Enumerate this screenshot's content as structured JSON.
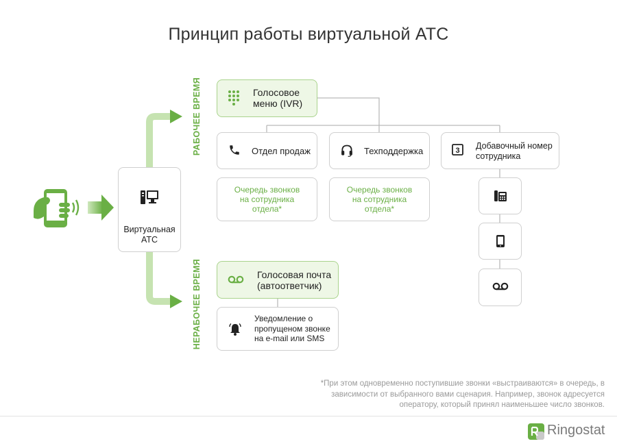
{
  "title": "Принцип работы виртуальной АТС",
  "pbx": {
    "label_line1": "Виртуальная",
    "label_line2": "АТС"
  },
  "side_labels": {
    "work_time": "РАБОЧЕЕ ВРЕМЯ",
    "off_time": "НЕРАБОЧЕЕ ВРЕМЯ"
  },
  "ivr": {
    "line1": "Голосовое",
    "line2": "меню (IVR)"
  },
  "sales": {
    "label": "Отдел продаж"
  },
  "support": {
    "label": "Техподдержка"
  },
  "extension": {
    "line1": "Добавочный номер",
    "line2": "сотрудника"
  },
  "queue_sales": {
    "line1": "Очередь звонков",
    "line2": "на сотрудника",
    "line3": "отдела*"
  },
  "queue_support": {
    "line1": "Очередь звонков",
    "line2": "на сотрудника",
    "line3": "отдела*"
  },
  "voicemail": {
    "line1": "Голосовая почта",
    "line2": "(автоответчик)"
  },
  "notification": {
    "line1": "Уведомление о",
    "line2": "пропущеном звонке",
    "line3": "на e-mail или SMS"
  },
  "extension_icon": {
    "digit": "3"
  },
  "footnote": {
    "line1": "*При этом одновременно поступившие звонки «выстраиваются» в очередь, в",
    "line2": "зависимости от выбранного вами сценария. Например, звонок адресуется",
    "line3": "оператору, который принял наименьшее число звонков."
  },
  "brand": {
    "name": "Ringostat"
  },
  "colors": {
    "accent": "#6aaf45",
    "accent_light": "#eef7e6",
    "border": "#cfcfcf"
  },
  "icons": [
    "smartphone-hand-icon",
    "computer-icon",
    "dialpad-icon",
    "phone-handset-icon",
    "headset-icon",
    "extension-number-icon",
    "desk-phone-icon",
    "mobile-phone-icon",
    "voicemail-icon",
    "bell-icon",
    "ringostat-logo"
  ]
}
